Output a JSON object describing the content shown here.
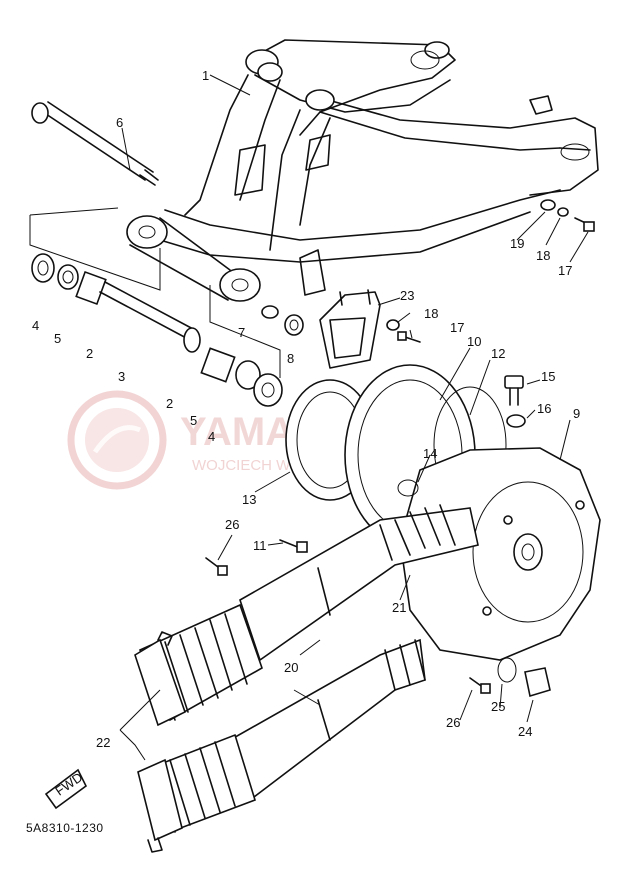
{
  "diagram": {
    "code": "5A8310-1230",
    "direction_badge": "FWD",
    "watermark": {
      "primary": "YAMA-RASTEN",
      "secondary": "WOJCIECH WOJCIK CZĘŚCI ZAMIENNE"
    },
    "parts": [
      {
        "id": "p1",
        "number": "1"
      },
      {
        "id": "p2a",
        "number": "2"
      },
      {
        "id": "p2b",
        "number": "2"
      },
      {
        "id": "p3",
        "number": "3"
      },
      {
        "id": "p4a",
        "number": "4"
      },
      {
        "id": "p4b",
        "number": "4"
      },
      {
        "id": "p5a",
        "number": "5"
      },
      {
        "id": "p5b",
        "number": "5"
      },
      {
        "id": "p6",
        "number": "6"
      },
      {
        "id": "p7",
        "number": "7"
      },
      {
        "id": "p8",
        "number": "8"
      },
      {
        "id": "p9",
        "number": "9"
      },
      {
        "id": "p10",
        "number": "10"
      },
      {
        "id": "p11",
        "number": "11"
      },
      {
        "id": "p12",
        "number": "12"
      },
      {
        "id": "p13",
        "number": "13"
      },
      {
        "id": "p14",
        "number": "14"
      },
      {
        "id": "p15",
        "number": "15"
      },
      {
        "id": "p16",
        "number": "16"
      },
      {
        "id": "p17a",
        "number": "17"
      },
      {
        "id": "p17b",
        "number": "17"
      },
      {
        "id": "p18a",
        "number": "18"
      },
      {
        "id": "p18b",
        "number": "18"
      },
      {
        "id": "p19",
        "number": "19"
      },
      {
        "id": "p20",
        "number": "20"
      },
      {
        "id": "p21",
        "number": "21"
      },
      {
        "id": "p22",
        "number": "22"
      },
      {
        "id": "p23",
        "number": "23"
      },
      {
        "id": "p24",
        "number": "24"
      },
      {
        "id": "p25",
        "number": "25"
      },
      {
        "id": "p26a",
        "number": "26"
      },
      {
        "id": "p26b",
        "number": "26"
      }
    ]
  }
}
